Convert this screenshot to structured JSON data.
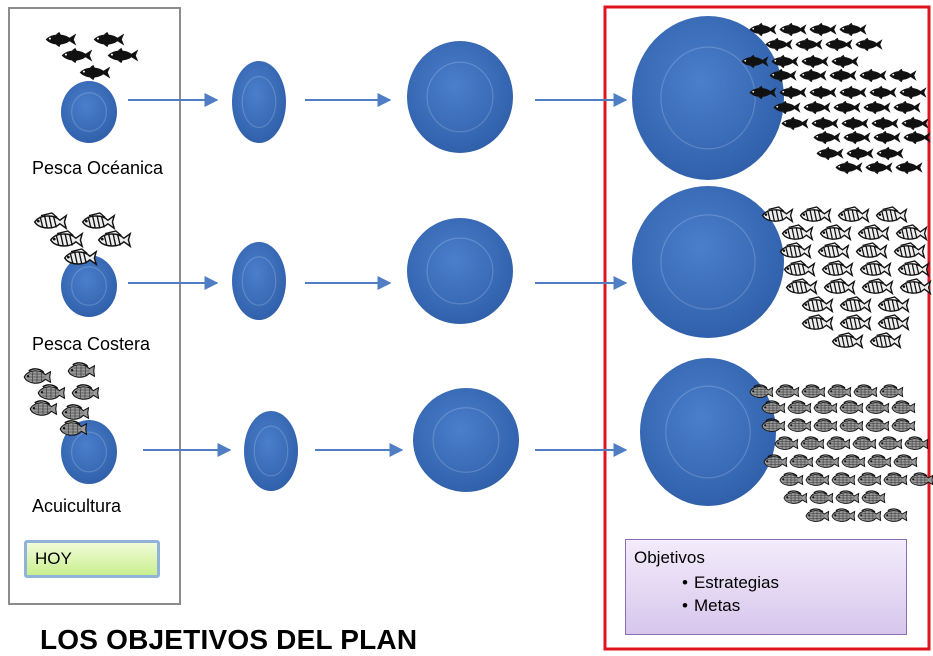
{
  "colors": {
    "node_blue": "#3c6fbd",
    "arrow_blue": "#4f7ec5",
    "left_panel_border": "#8c8c8c",
    "goal_panel_border": "#e0141d",
    "fish": "#111111"
  },
  "rows": [
    {
      "label": "Pesca Océanica",
      "fish_icon": "tuna-fish-icon"
    },
    {
      "label": "Pesca Costera",
      "fish_icon": "grouper-fish-icon"
    },
    {
      "label": "Acuicultura",
      "fish_icon": "tilapia-fish-icon"
    }
  ],
  "hoy": "HOY",
  "objectives": {
    "title": "Objetivos",
    "items": [
      "Estrategias",
      "Metas"
    ]
  },
  "title": "LOS OBJETIVOS DEL PLAN"
}
